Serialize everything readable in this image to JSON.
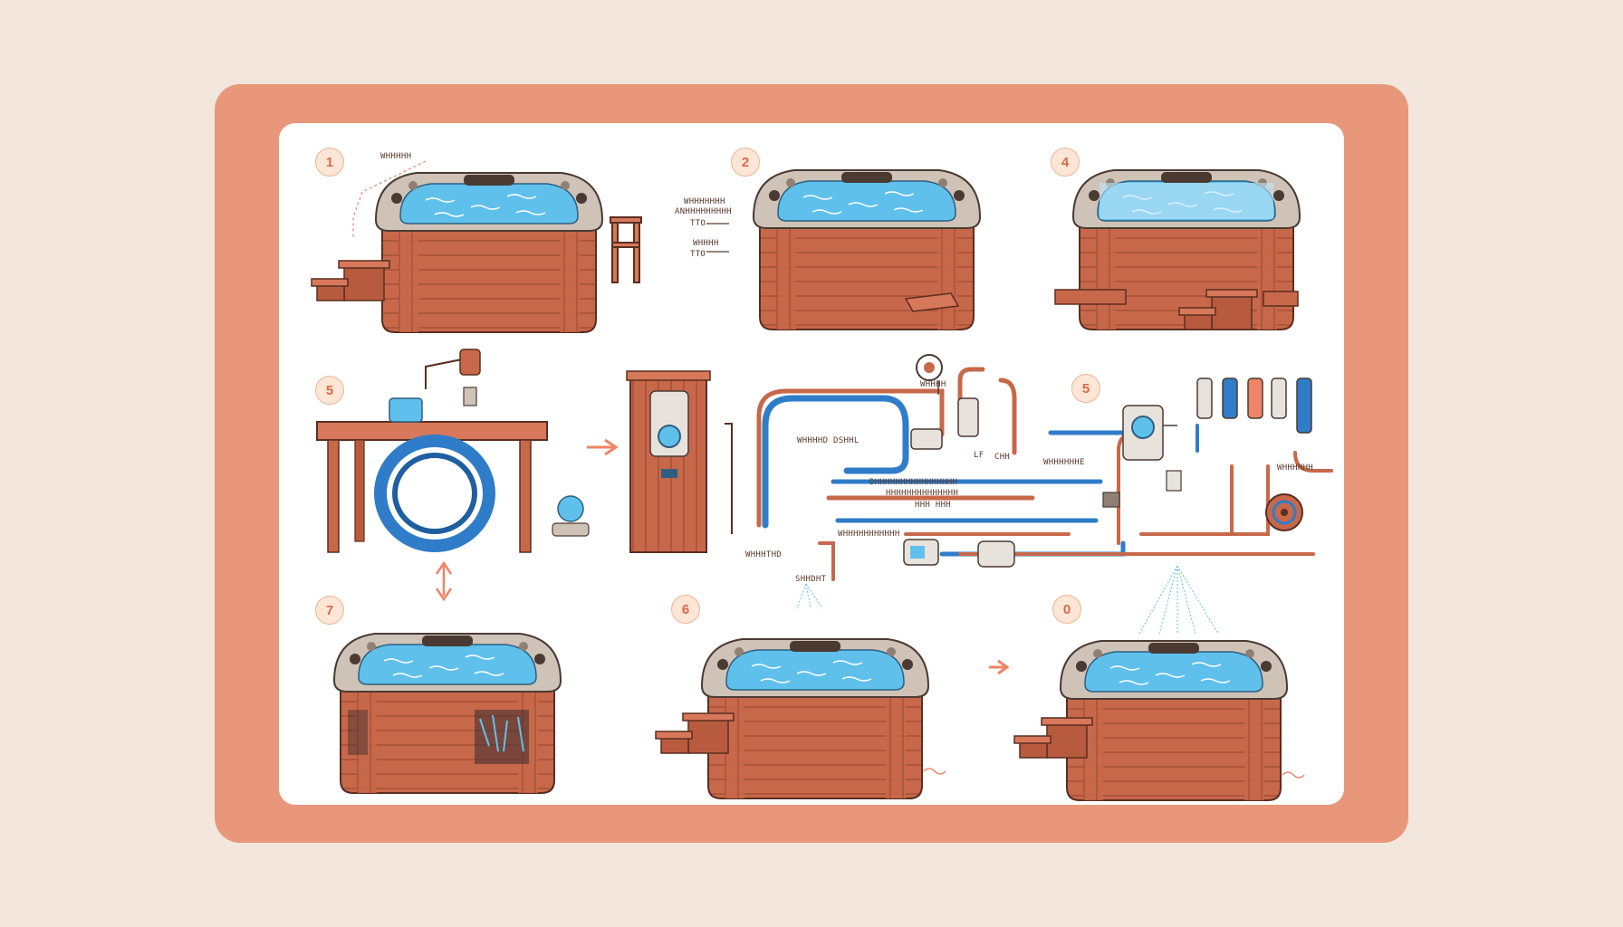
{
  "steps": {
    "s1": "1",
    "s2": "2",
    "s3": "4",
    "s4": "5",
    "s5": "5",
    "s6": "7",
    "s7": "6",
    "s8": "0"
  },
  "labels": {
    "l1": "WHHHHH",
    "l2": "WHHHHHHH",
    "l3": "ANHHHHHHHHH",
    "l4": "TTO",
    "l5": "WHHHH",
    "l6": "TTO",
    "l7": "WHHHH",
    "l8": "WHHHHD DSHHL",
    "l9": "LF",
    "l10": "CHH",
    "l11": "WHHHHHHE",
    "l12": "DHHHHHHHHHHHHHHHH",
    "l13": "HHHHHHHHHHHHHH",
    "l14": "HHH HHH",
    "l15": "WHHHHHHHHHHH",
    "l16": "WHHHTHD",
    "l17": "SHHDHT",
    "l18": "WHHHHHH"
  },
  "colors": {
    "frame": "#e8977a",
    "card": "#ffffff",
    "wood": "#c8684a",
    "water": "#5fc0ec",
    "pipe_copper": "#c8684a",
    "pipe_blue": "#2f7cc8",
    "accent_arrow": "#ef8466"
  }
}
